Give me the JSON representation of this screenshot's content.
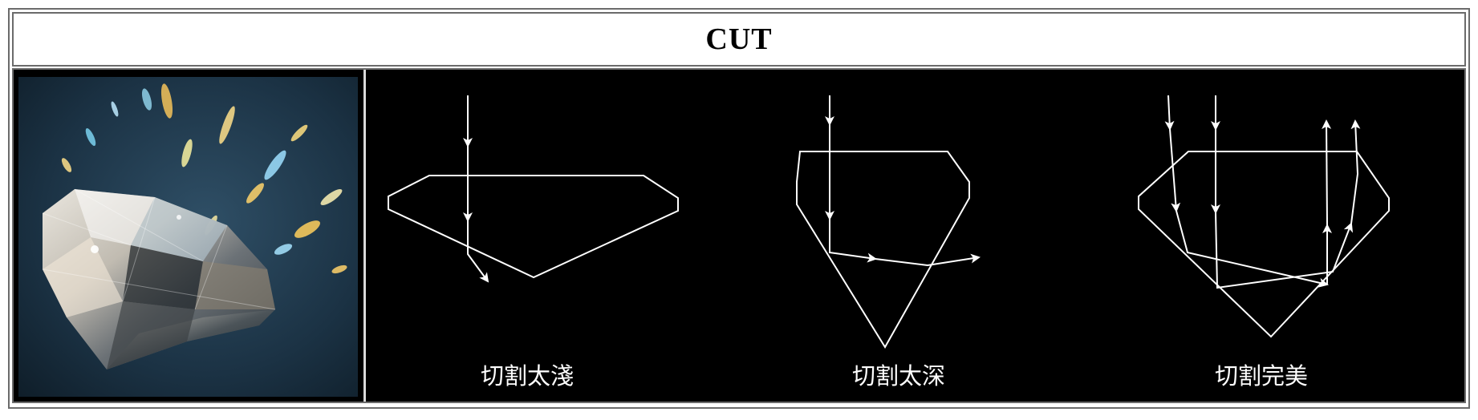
{
  "table": {
    "title": "CUT"
  },
  "photo": {
    "subject": "diamond-photo"
  },
  "diagrams": [
    {
      "label": "切割太淺"
    },
    {
      "label": "切割太深"
    },
    {
      "label": "切割完美"
    }
  ],
  "colors": {
    "border": "#6b6b6b",
    "background": "#000000",
    "line": "#ffffff"
  }
}
